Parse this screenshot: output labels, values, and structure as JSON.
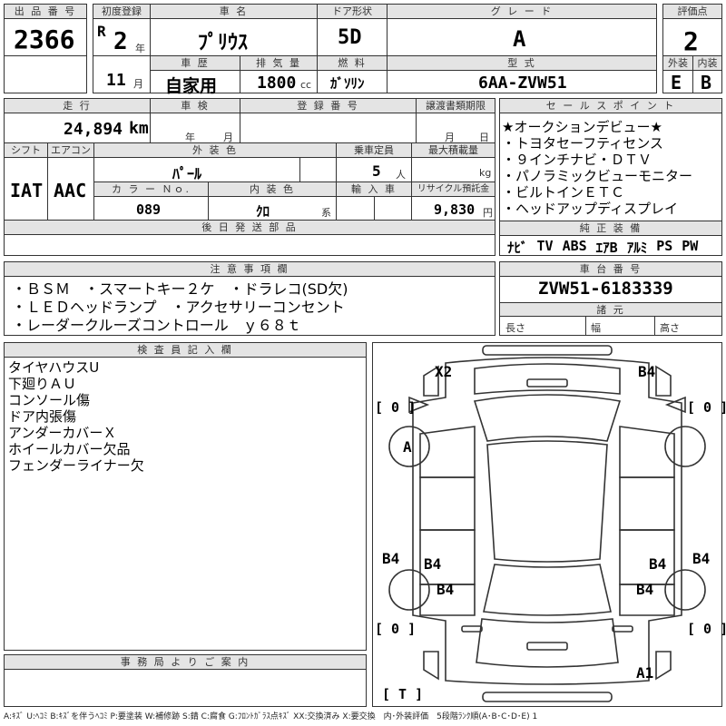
{
  "header_row": {
    "labels": {
      "lot_no": "出 品 番 号",
      "first_reg": "初度登録",
      "car_name": "車 名",
      "door": "ドア形状",
      "grade": "グ レ ー ド",
      "score": "評価点",
      "history": "車 歴",
      "displacement": "排 気 量",
      "fuel": "燃 料",
      "model": "型 式",
      "exterior": "外装",
      "interior": "内装"
    },
    "lot_no": "2366",
    "era": "R",
    "year": "2",
    "year_unit": "年",
    "month": "11",
    "month_unit": "月",
    "car_name": "ﾌﾟﾘｳｽ",
    "door": "5D",
    "grade": "A",
    "score": "2",
    "history": "自家用",
    "displacement": "1800",
    "displacement_unit": "cc",
    "fuel": "ｶﾞｿﾘﾝ",
    "model": "6AA-ZVW51",
    "exterior": "E",
    "interior": "B"
  },
  "middle": {
    "labels": {
      "mileage": "走 行",
      "inspection": "車 検",
      "reg_no": "登 録 番 号",
      "transfer": "譲渡書類期限",
      "shift": "シフト",
      "ac": "エアコン",
      "ext_color": "外 装 色",
      "capacity": "乗車定員",
      "max_load": "最大積載量",
      "color_no": "カ ラ ー Ｎｏ.",
      "int_color": "内 装 色",
      "import": "輸 入 車",
      "recycle": "リサイクル預託金",
      "later_parts": "後 日 発 送 部 品",
      "sales_points": "セ ー ル ス ポ イ ン ト",
      "equipment": "純 正 装 備"
    },
    "mileage": "24,894",
    "mileage_unit": "km",
    "insp_year_unit": "年",
    "insp_month_unit": "月",
    "transfer_month_unit": "月",
    "transfer_day_unit": "日",
    "shift": "IAT",
    "ac": "AAC",
    "ext_color": "ﾊﾟｰﾙ",
    "capacity": "5",
    "capacity_unit": "人",
    "load_unit": "kg",
    "color_no": "089",
    "int_color": "ｸﾛ",
    "int_color_unit": "系",
    "recycle": "9,830",
    "recycle_unit": "円",
    "sales_points": [
      "★オークションデビュー★",
      "・トヨタセーフティセンス",
      "・９インチナビ・ＤＴＶ",
      "・パノラミックビューモニター",
      "・ビルトインＥＴＣ",
      "・ヘッドアップディスプレイ"
    ],
    "equipment": [
      "ﾅﾋﾞ",
      "TV",
      "ABS",
      "ｴｱB",
      "ｱﾙﾐ",
      "PS",
      "PW"
    ]
  },
  "notes": {
    "title": "注 意 事 項 欄",
    "lines": [
      "・ＢＳＭ　・スマートキー２ケ　・ドラレコ(SD欠)",
      "・ＬＥＤヘッドランプ　・アクセサリーコンセント",
      "・レーダークルーズコントロール　ｙ６８ｔ"
    ]
  },
  "chassis": {
    "title": "車 台 番 号",
    "number": "ZVW51-6183339",
    "spec_title": "諸 元",
    "length": "長さ",
    "width": "幅",
    "height": "高さ"
  },
  "inspector": {
    "title": "検 査 員 記 入 欄",
    "lines": [
      "タイヤハウスU",
      "下廻りＡＵ",
      "コンソール傷",
      "ドア内張傷",
      "アンダーカバーＸ",
      "ホイールカバー欠品",
      "フェンダーライナー欠"
    ]
  },
  "office": {
    "title": "事 務 局 よ り ご 案 内"
  },
  "diagram": {
    "marks": {
      "x2": "X2",
      "b4_front_right": "B4",
      "tire_fl": "[ 0 ]",
      "tire_fr": "[ 0 ]",
      "a": "A",
      "b4_left": "B4",
      "b4_ml": "B4",
      "b4_mr": "B4",
      "b4_right": "B4",
      "b4_ll": "B4",
      "b4_lr": "B4",
      "tire_rl": "[ 0 ]",
      "tire_rr": "[ 0 ]",
      "a1": "A1",
      "spare": "[ T ]"
    }
  },
  "legend": "A:ｷｽﾞ U:ﾍｺﾐ B:ｷｽﾞを伴うﾍｺﾐ P:要塗装 W:補修跡 S:錆 C:腐食 G:ﾌﾛﾝﾄｶﾞﾗｽ点ｷｽﾞ XX:交換済み X:要交換　内･外装評価　5段階ﾗﾝｸ順(A･B･C･D･E) 1"
}
